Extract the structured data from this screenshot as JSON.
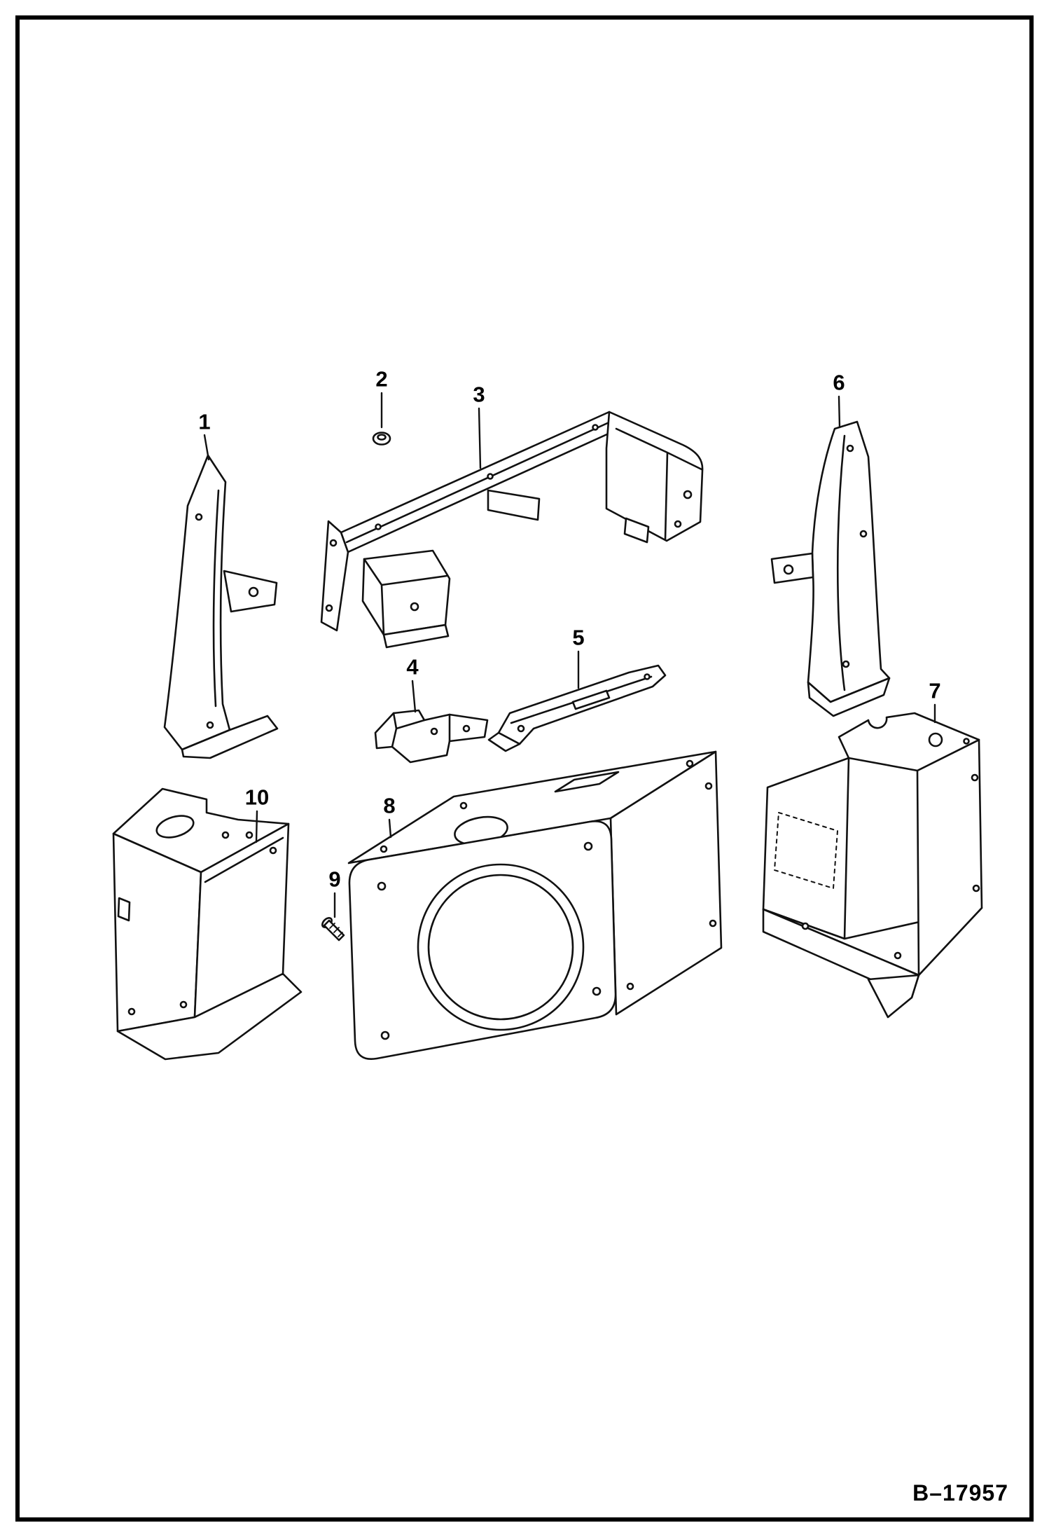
{
  "page": {
    "background_color": "#ffffff",
    "frame_color": "#000000",
    "line_color": "#111111"
  },
  "figure": {
    "reference": "B–17957",
    "callouts": [
      {
        "label": "1"
      },
      {
        "label": "2"
      },
      {
        "label": "3"
      },
      {
        "label": "4"
      },
      {
        "label": "5"
      },
      {
        "label": "6"
      },
      {
        "label": "7"
      },
      {
        "label": "8"
      },
      {
        "label": "9"
      },
      {
        "label": "10"
      }
    ]
  }
}
